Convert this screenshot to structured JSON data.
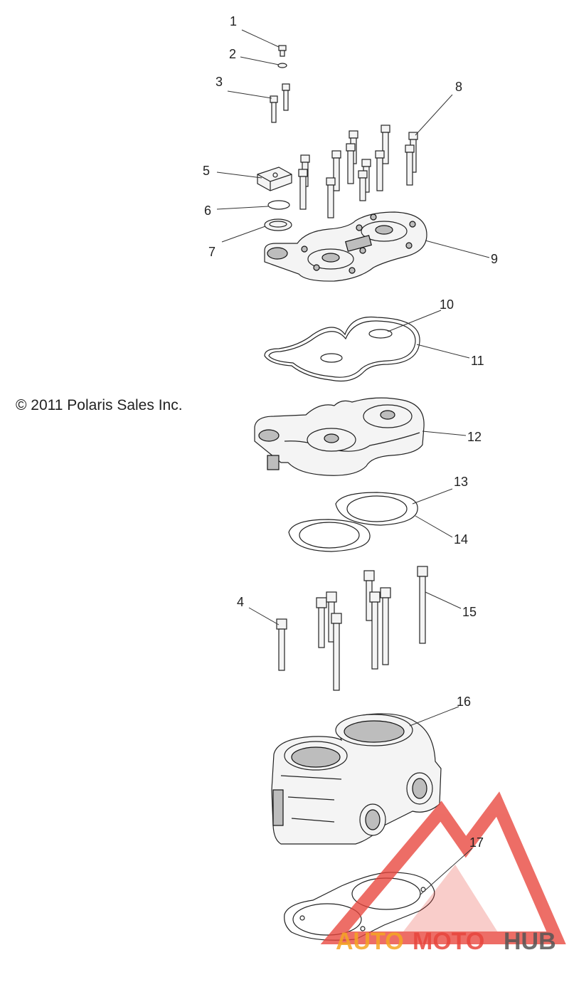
{
  "copyright": "© 2011 Polaris Sales Inc.",
  "callouts": [
    "1",
    "2",
    "3",
    "4",
    "5",
    "6",
    "7",
    "8",
    "9",
    "10",
    "11",
    "12",
    "13",
    "14",
    "15",
    "16",
    "17"
  ],
  "watermark": {
    "auto": "AUTO",
    "moto": "MOTO",
    "hub": "HUB",
    "colors": {
      "auto": "#f5a623",
      "moto": "#e8453c",
      "hub": "#555555",
      "triangle": "#e8453c"
    }
  }
}
